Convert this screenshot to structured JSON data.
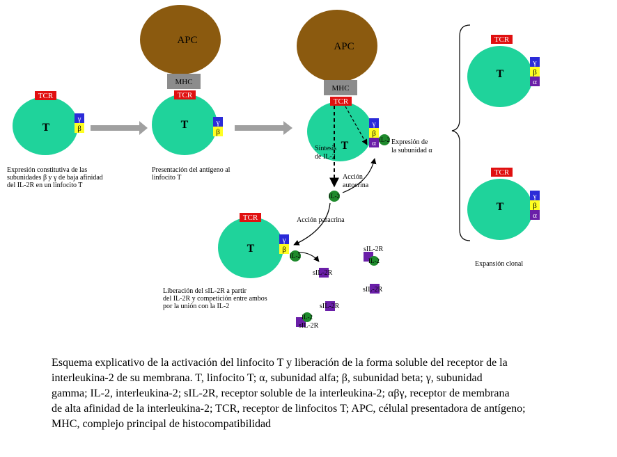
{
  "labels": {
    "apc": "APC",
    "mhc": "MHC",
    "tcr": "TCR",
    "t": "T",
    "gamma": "γ",
    "beta": "β",
    "alpha": "α",
    "il2": "IL-2",
    "sil2r": "sIL-2R"
  },
  "annotations": {
    "sintesis_1": "Síntesis",
    "sintesis_2": "de IL-2",
    "expresion_1": "Expresión de",
    "expresion_2": "la subunidad α",
    "accion_autocrina_1": "Acción",
    "accion_autocrina_2": "autocrina",
    "accion_paracrina": "Acción paracrina",
    "expansion_clonal": "Expansión clonal"
  },
  "panel_captions": {
    "constitutiva": [
      "Expresión constitutiva de las",
      "subunidades β y γ de baja afinidad",
      "del IL-2R en un linfocito T"
    ],
    "presentacion": [
      "Presentación del antígeno al",
      "linfocito T"
    ],
    "liberacion": [
      "Liberación del sIL-2R a partir",
      "del IL-2R y competición entre ambos",
      "por la unión con la IL-2"
    ]
  },
  "figure_caption": [
    "Esquema explicativo de la activación del linfocito T y liberación de la forma soluble del receptor de la",
    " interleukina-2 de su membrana.  T, linfocito T; α, subunidad  alfa; β, subunidad beta; γ, subunidad",
    " gamma; IL-2, interleukina-2; sIL-2R, receptor soluble de la interleukina-2; αβγ, receptor de membrana",
    " de alta afinidad de la interleukina-2; TCR, receptor de linfocitos T; APC, célulal presentadora de antígeno;",
    " MHC, complejo principal de histocompatibilidad"
  ],
  "colors": {
    "cell": "#1fd39b",
    "apc": "#8b5a0f",
    "mhc": "#8c8c8c",
    "tcr": "#e01010",
    "gamma": "#2b2bd8",
    "beta": "#ffff22",
    "alpha": "#6a1fa8",
    "il2": "#1e8a2c",
    "arrow": "#a0a0a0"
  }
}
